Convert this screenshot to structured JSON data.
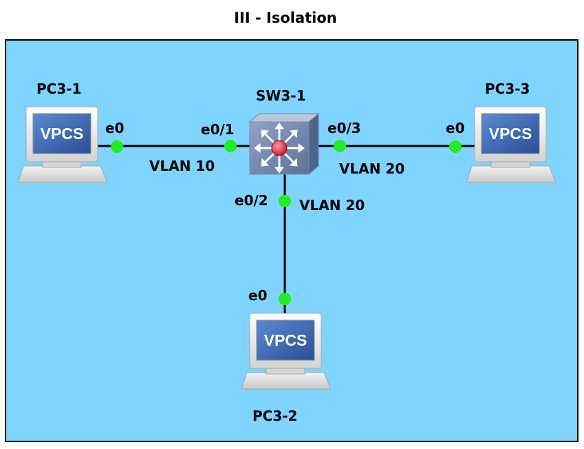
{
  "title": "III - Isolation",
  "colors": {
    "background": "#7fd3ff",
    "port": "#22ee22",
    "link": "#000000"
  },
  "devices": {
    "switch": {
      "name": "SW3-1",
      "icon": "multilayer-switch-icon"
    },
    "pc1": {
      "name": "PC3-1",
      "screen_text": "VPCS",
      "icon": "pc-icon"
    },
    "pc2": {
      "name": "PC3-2",
      "screen_text": "VPCS",
      "icon": "pc-icon"
    },
    "pc3": {
      "name": "PC3-3",
      "screen_text": "VPCS",
      "icon": "pc-icon"
    }
  },
  "links": [
    {
      "from": "PC3-1",
      "from_port": "e0",
      "to": "SW3-1",
      "to_port": "e0/1",
      "vlan": "VLAN 10"
    },
    {
      "from": "SW3-1",
      "from_port": "e0/2",
      "to": "PC3-2",
      "to_port": "e0",
      "vlan": "VLAN 20"
    },
    {
      "from": "SW3-1",
      "from_port": "e0/3",
      "to": "PC3-3",
      "to_port": "e0",
      "vlan": "VLAN 20"
    }
  ]
}
